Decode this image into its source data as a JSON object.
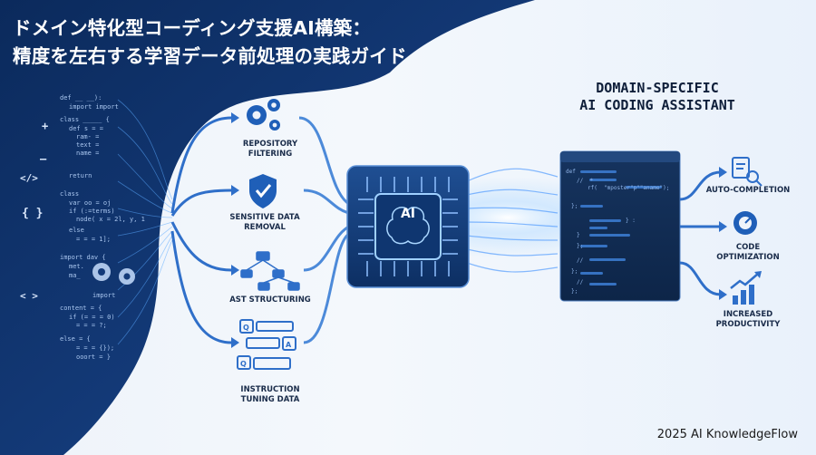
{
  "title": {
    "line1": "ドメイン特化型コーディング支援AI構築：",
    "line2": "精度を左右する学習データ前処理の実践ガイド"
  },
  "source_code": {
    "lines": [
      "def __ __):",
      "import import",
      "class _____ {",
      "def s = =",
      "ram- =",
      "text =",
      "name =",
      "return",
      "class",
      "var oo = oj",
      "if (:=terms)",
      "node( x = 2l, y, 1",
      "else",
      "= = = 1];",
      "import dav {",
      "met.",
      "ma_",
      "import",
      "content = {",
      "if (= = = 0)",
      "= = = ?;",
      "else = {",
      "= = = {});",
      "ooort = }"
    ],
    "symbols": [
      "</>",
      "{ }",
      "< >",
      "+",
      "—"
    ]
  },
  "steps": [
    {
      "label_line1": "REPOSITORY",
      "label_line2": "FILTERING",
      "icon": "gears-icon"
    },
    {
      "label_line1": "SENSITIVE DATA",
      "label_line2": "REMOVAL",
      "icon": "shield-check-icon"
    },
    {
      "label_line1": "AST STRUCTURING",
      "label_line2": "",
      "icon": "tree-icon"
    },
    {
      "label_line1": "INSTRUCTION",
      "label_line2": "TUNING DATA",
      "icon": "chat-bubbles-icon"
    }
  ],
  "chip": {
    "label": "AI",
    "icon": "brain-chip-icon"
  },
  "product": {
    "line1": "DOMAIN-SPECIFIC",
    "line2": "AI CODING ASSISTANT"
  },
  "ide": {
    "lines": [
      "def",
      "//  *",
      "rf(  \"mposter\"p\"\"aname\");",
      "};",
      "} :",
      "}",
      "//",
      "};",
      "//",
      "};",
      "};"
    ]
  },
  "outputs": [
    {
      "label_line1": "AUTO-COMPLETION",
      "label_line2": "",
      "icon": "magnifier-doc-icon"
    },
    {
      "label_line1": "CODE",
      "label_line2": "OPTIMIZATION",
      "icon": "gear-gauge-icon"
    },
    {
      "label_line1": "INCREASED",
      "label_line2": "PRODUCTIVITY",
      "icon": "growth-chart-icon"
    }
  ],
  "footer": "2025 AI KnowledgeFlow",
  "colors": {
    "navy": "#0b2a5c",
    "accent": "#2f7de1",
    "glow": "#5aa9ff",
    "ink": "#1a2c4a"
  }
}
